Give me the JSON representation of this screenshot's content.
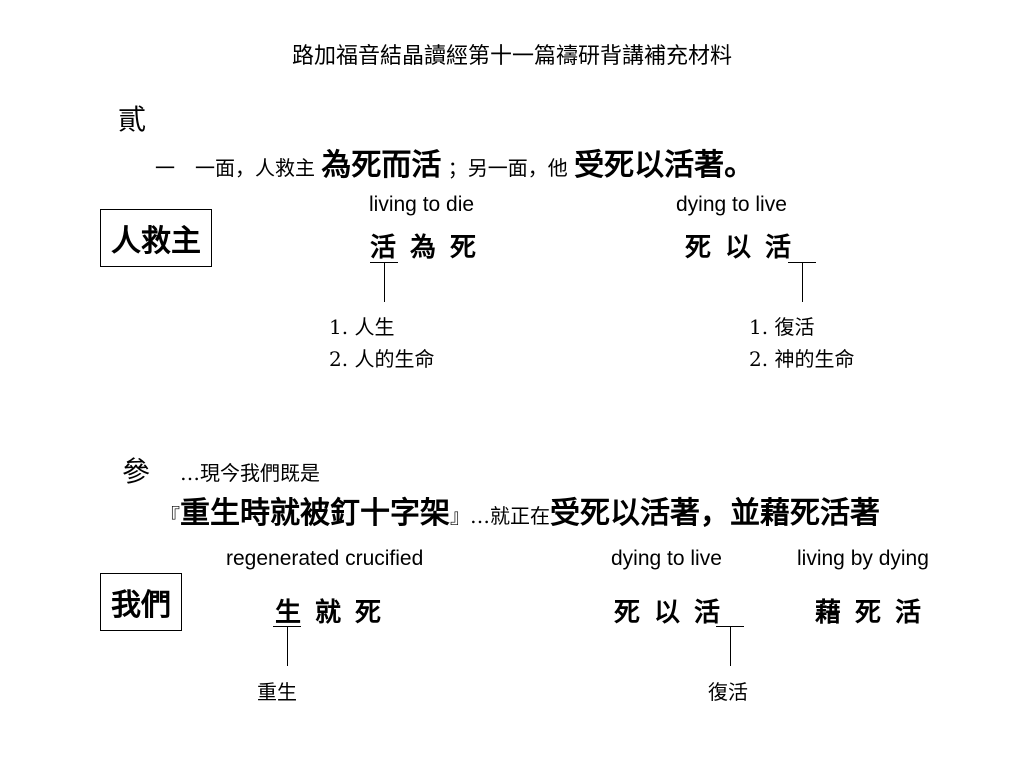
{
  "title": "路加福音結晶讀經第十一篇禱研背講補充材料",
  "section2": {
    "marker": "貳",
    "line": {
      "prefix": "一　一面，人救主",
      "bold1": "為死而活",
      "mid": "；另一面，他",
      "bold2": "受死以活著。"
    },
    "box_label": "人救主",
    "left": {
      "english": "living to die",
      "chars": "活為死",
      "notes": [
        "1. 人生",
        "2. 人的生命"
      ]
    },
    "right": {
      "english": "dying to live",
      "chars": "死以活",
      "notes": [
        "1. 復活",
        "2. 神的生命"
      ]
    }
  },
  "section3": {
    "marker": "參",
    "line1": "…現今我們既是",
    "line2": {
      "open_quote": "『",
      "bold1": "重生時就被釘十字架",
      "close_quote": "』",
      "mid": "…就正在",
      "bold2": "受死以活著，並藉死活著"
    },
    "box_label": "我們",
    "col1": {
      "english": "regenerated crucified",
      "chars": "生就死",
      "note": "重生"
    },
    "col2": {
      "english": "dying to live",
      "chars": "死以活",
      "note": "復活"
    },
    "col3": {
      "english": "living by dying",
      "chars": "藉死活"
    }
  }
}
